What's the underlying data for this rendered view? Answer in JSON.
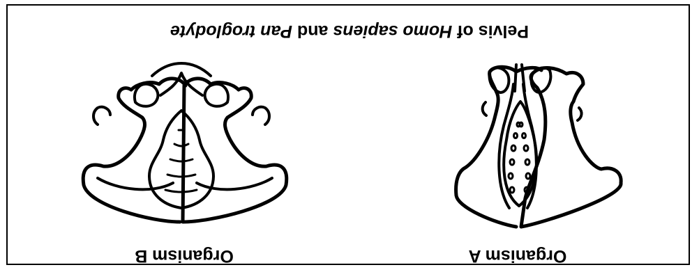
{
  "figure": {
    "title_part1": "Pelvis of ",
    "title_species1": "Homo sapiens",
    "title_part2": " and ",
    "title_species2": "Pan troglodyte",
    "organism_a_label": "Organism A",
    "organism_b_label": "Organism B",
    "orientation": "rotated 180 degrees",
    "colors": {
      "line": "#000000",
      "background": "#ffffff"
    }
  }
}
